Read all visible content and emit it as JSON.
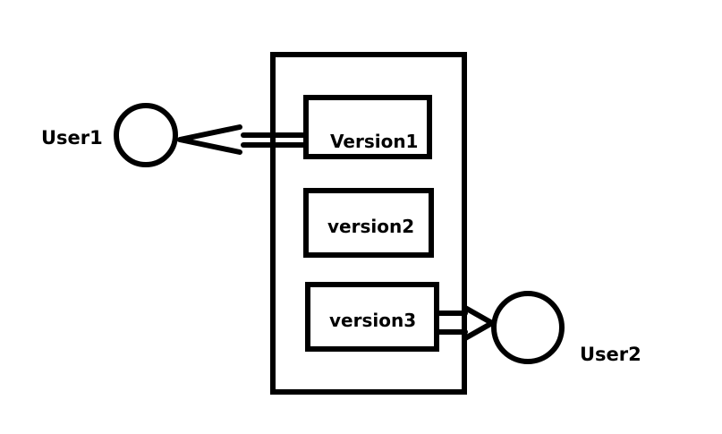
{
  "users": {
    "user1": "User1",
    "user2": "User2"
  },
  "versions": {
    "v1": "Version1",
    "v2": "version2",
    "v3": "version3"
  },
  "colors": {
    "stroke": "#000000",
    "background": "#ffffff"
  }
}
